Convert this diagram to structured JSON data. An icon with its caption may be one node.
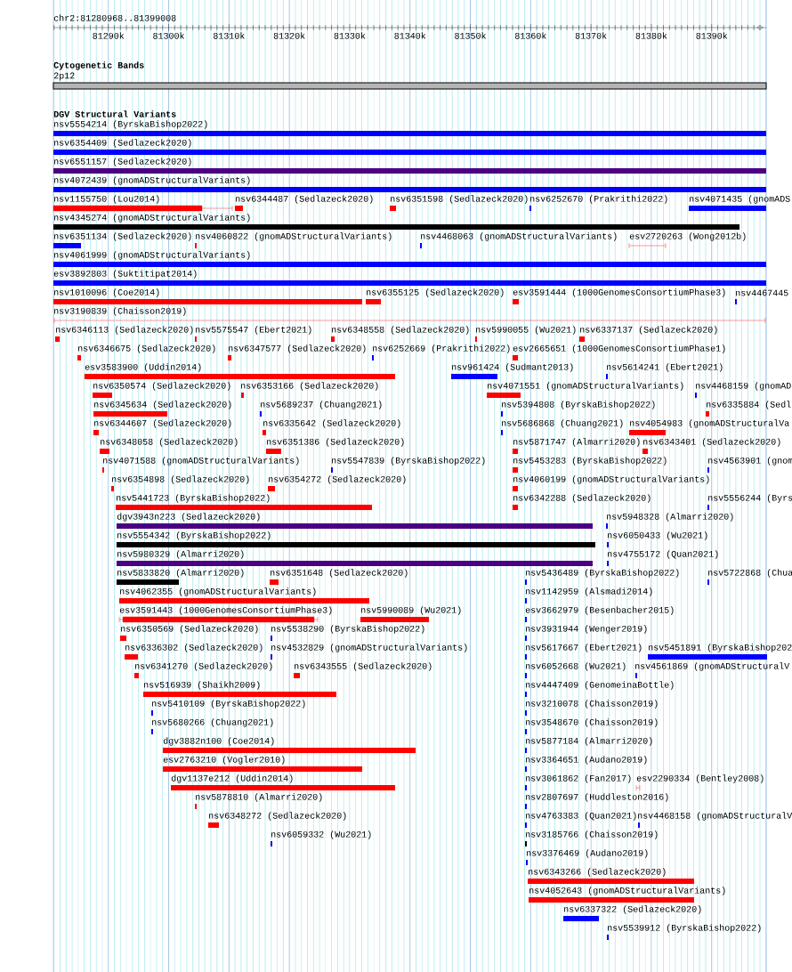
{
  "diagram": {
    "labels": [
      "chr2:81280968..81399008",
      "81290k",
      "81300k",
      "81310k",
      "81320k",
      "81330k",
      "81340k",
      "81350k",
      "81360k",
      "81370k",
      "81380k",
      "81390k",
      "Cytogenetic Bands",
      "2p12",
      "DGV Structural Variants",
      "nsv5554214 (ByrskaBishop2022)",
      "nsv6354409 (Sedlazeck2020)",
      "nsv6551157 (Sedlazeck2020)",
      "nsv4072439 (gnomADStructuralVariants)",
      "nsv1155750 (Lou2014)",
      "nsv6344487 (Sedlazeck2020)",
      "nsv6351598 (Sedlazeck2020)",
      "nsv6252670 (Prakrithi2022)",
      "nsv4071435 (gnomADS",
      "nsv4345274 (gnomADStructuralVariants)",
      "nsv6351134 (Sedlazeck2020)",
      "nsv4060822 (gnomADStructuralVariants)",
      "nsv4468063 (gnomADStructuralVariants)",
      "esv2720263 (Wong2012b)",
      "nsv4061999 (gnomADStructuralVariants)",
      "esv3892803 (Suktitipat2014)",
      "nsv1010096 (Coe2014)",
      "nsv6355125 (Sedlazeck2020)",
      "esv3591444 (1000GenomesConsortiumPhase3)",
      "nsv4467445",
      "nsv3190839 (Chaisson2019)",
      "nsv6346113 (Sedlazeck2020)",
      "nsv5575547 (Ebert2021)",
      "nsv6348558 (Sedlazeck2020)",
      "nsv5990055 (Wu2021)",
      "nsv6337137 (Sedlazeck2020)",
      "nsv6346675 (Sedlazeck2020)",
      "nsv6347577 (Sedlazeck2020)",
      "nsv6252669 (Prakrithi2022)",
      "esv2665651 (1000GenomesConsortiumPhase1)",
      "esv3583900 (Uddin2014)",
      "nsv961424 (Sudmant2013)",
      "nsv5614241 (Ebert2021)",
      "nsv6350574 (Sedlazeck2020)",
      "nsv6353166 (Sedlazeck2020)",
      "nsv4071551 (gnomADStructuralVariants)",
      "nsv4468159 (gnomAD",
      "nsv6345634 (Sedlazeck2020)",
      "nsv5689237 (Chuang2021)",
      "nsv5394808 (ByrskaBishop2022)",
      "nsv6335884 (Sedl",
      "nsv6344607 (Sedlazeck2020)",
      "nsv6335642 (Sedlazeck2020)",
      "nsv5686868 (Chuang2021)",
      "nsv4054983 (gnomADStructuralVa",
      "nsv6348058 (Sedlazeck2020)",
      "nsv6351386 (Sedlazeck2020)",
      "nsv5871747 (Almarri2020)",
      "nsv6343401 (Sedlazeck2020)",
      "nsv4071588 (gnomADStructuralVariants)",
      "nsv5547839 (ByrskaBishop2022)",
      "nsv5453283 (ByrskaBishop2022)",
      "nsv4563901 (gnom",
      "nsv6354898 (Sedlazeck2020)",
      "nsv6354272 (Sedlazeck2020)",
      "nsv4060199 (gnomADStructuralVariants)",
      "nsv5441723 (ByrskaBishop2022)",
      "nsv6342288 (Sedlazeck2020)",
      "nsv5556244 (Byrs",
      "dgv3943n223 (Sedlazeck2020)",
      "nsv5948328 (Almarri2020)",
      "nsv5554342 (ByrskaBishop2022)",
      "nsv6050433 (Wu2021)",
      "nsv5980329 (Almarri2020)",
      "nsv4755172 (Quan2021)",
      "nsv5833820 (Almarri2020)",
      "nsv6351648 (Sedlazeck2020)",
      "nsv5436489 (ByrskaBishop2022)",
      "nsv5722868 (Chua",
      "nsv4062355 (gnomADStructuralVariants)",
      "nsv1142959 (Alsmadi2014)",
      "esv3591443 (1000GenomesConsortiumPhase3)",
      "nsv5990089 (Wu2021)",
      "esv3662979 (Besenbacher2015)",
      "nsv6350569 (Sedlazeck2020)",
      "nsv5538290 (ByrskaBishop2022)",
      "nsv3931944 (Wenger2019)",
      "nsv6336302 (Sedlazeck2020)",
      "nsv4532829 (gnomADStructuralVariants)",
      "nsv5617667 (Ebert2021)",
      "nsv5451891 (ByrskaBishop202",
      "nsv6341270 (Sedlazeck2020)",
      "nsv6343555 (Sedlazeck2020)",
      "nsv6052668 (Wu2021)",
      "nsv4561869 (gnomADStructuralV",
      "nsv516939 (Shaikh2009)",
      "nsv4447409 (GenomeinaBottle)",
      "nsv5410109 (ByrskaBishop2022)",
      "nsv3210078 (Chaisson2019)",
      "nsv5680266 (Chuang2021)",
      "nsv3548670 (Chaisson2019)",
      "dgv3882n100 (Coe2014)",
      "nsv5877184 (Almarri2020)",
      "esv2763210 (Vogler2010)",
      "nsv3364651 (Audano2019)",
      "dgv1137e212 (Uddin2014)",
      "nsv3061862 (Fan2017)",
      "esv2290334 (Bentley2008)",
      "nsv5878810 (Almarri2020)",
      "nsv2807697 (Huddleston2016)",
      "nsv6348272 (Sedlazeck2020)",
      "nsv4763383 (Quan2021)",
      "nsv4468158 (gnomADStructuralV",
      "nsv6059332 (Wu2021)",
      "nsv3185766 (Chaisson2019)",
      "nsv3376469 (Audano2019)",
      "nsv6343266 (Sedlazeck2020)",
      "nsv4052643 (gnomADStructuralVariants)",
      "nsv6337322 (Sedlazeck2020)",
      "nsv5539912 (ByrskaBishop2022)"
    ]
  }
}
